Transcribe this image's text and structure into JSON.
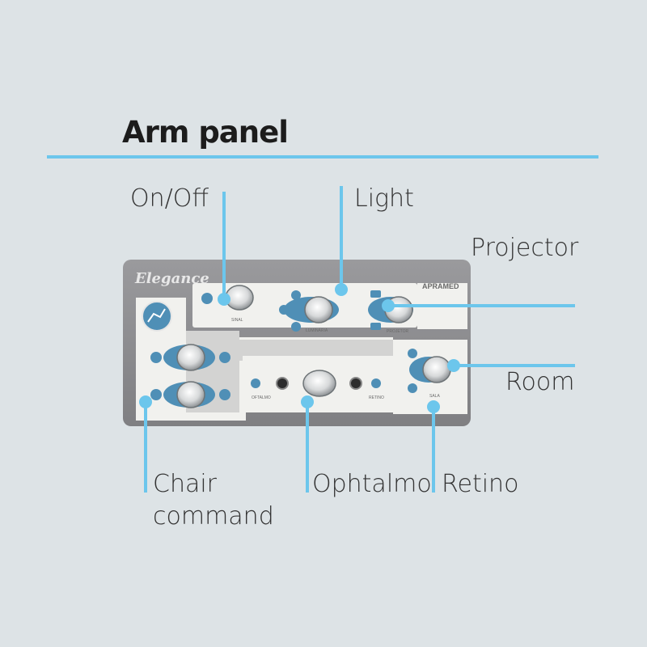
{
  "title": "Arm panel",
  "panel": {
    "brand": "Elegance",
    "maker": "APRAMED",
    "labels": {
      "sinal": "SINAL",
      "luminaria": "LUMINÁRIA",
      "projetor": "PROJETOR",
      "sala": "SALA",
      "oftalmo": "OFTALMO",
      "retino": "RETINO"
    }
  },
  "callouts": {
    "on_off": "On/Off",
    "light": "Light",
    "projector": "Projector",
    "room": "Room",
    "chair_command_line1": "Chair",
    "chair_command_line2": "command",
    "ophtalmo": "Ophtalmo",
    "retino": "Retino"
  },
  "colors": {
    "background": "#dde3e6",
    "accent": "#6cc6ec",
    "panel_gray": "#8f8f92",
    "panel_white": "#f1f1ee",
    "button_blue": "#4f8fb6"
  }
}
